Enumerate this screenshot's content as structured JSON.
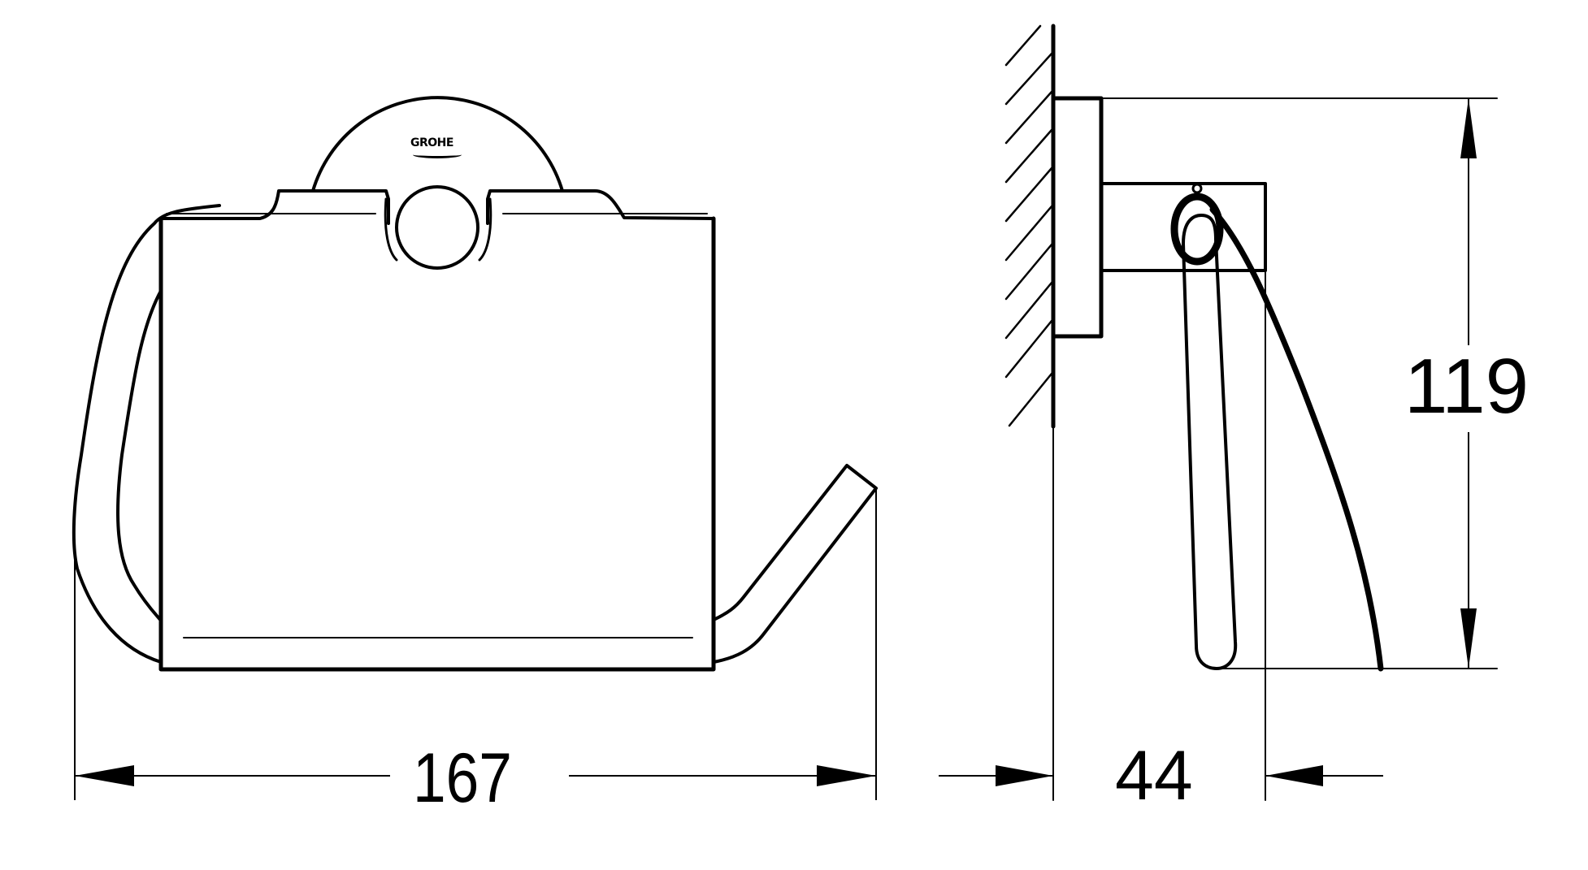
{
  "drawing": {
    "brand_logo": "GROHE",
    "front_view": {
      "width_dimension": "167"
    },
    "side_view": {
      "depth_dimension": "44",
      "height_dimension": "119"
    },
    "line_color": "#000000",
    "background_color": "#ffffff"
  }
}
